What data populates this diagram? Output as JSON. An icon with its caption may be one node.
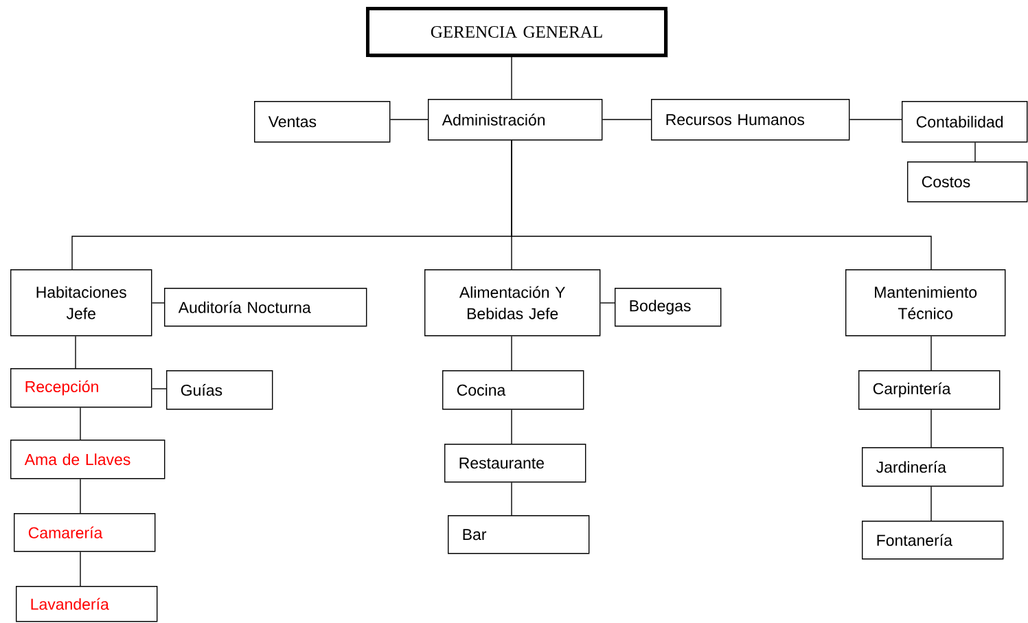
{
  "diagram": {
    "nodes": [
      {
        "text": [
          "GERENCIA GENERAL"
        ]
      },
      {
        "text": [
          "Ventas"
        ]
      },
      {
        "text": [
          "Administración"
        ]
      },
      {
        "text": [
          "Recursos Humanos"
        ]
      },
      {
        "text": [
          "Contabilidad"
        ]
      },
      {
        "text": [
          "Costos"
        ]
      },
      {
        "text": [
          "Habitaciones Jefe"
        ]
      },
      {
        "text": [
          "Auditoría Nocturna"
        ]
      },
      {
        "text": [
          "Alimentación Y Bebidas Jefe"
        ]
      },
      {
        "text": [
          "Bodegas"
        ]
      },
      {
        "text": [
          "Mantenimiento Técnico"
        ]
      },
      {
        "text": [
          "Recepción"
        ]
      },
      {
        "text": [
          "Guías"
        ]
      },
      {
        "text": [
          "Cocina"
        ]
      },
      {
        "text": [
          "Carpintería"
        ]
      },
      {
        "text": [
          "Ama de Llaves"
        ]
      },
      {
        "text": [
          "Restaurante"
        ]
      },
      {
        "text": [
          "Jardinería"
        ]
      },
      {
        "text": [
          "Camarería"
        ]
      },
      {
        "text": [
          "Bar"
        ]
      },
      {
        "text": [
          "Fontanería"
        ]
      },
      {
        "text": [
          "Lavandería"
        ]
      }
    ],
    "edges": [
      {
        "from": 0,
        "to": 2,
        "arrow": "none"
      },
      {
        "from": 2,
        "to": 1,
        "arrow": "none"
      },
      {
        "from": 2,
        "to": 3,
        "arrow": "none"
      },
      {
        "from": 3,
        "to": 4,
        "arrow": "none"
      },
      {
        "from": 4,
        "to": 5,
        "arrow": "none"
      },
      {
        "from": 2,
        "to": 6,
        "arrow": "none"
      },
      {
        "from": 2,
        "to": 8,
        "arrow": "none"
      },
      {
        "from": 2,
        "to": 10,
        "arrow": "none"
      },
      {
        "from": 6,
        "to": 7,
        "arrow": "none"
      },
      {
        "from": 6,
        "to": 11,
        "arrow": "none"
      },
      {
        "from": 11,
        "to": 12,
        "arrow": "none"
      },
      {
        "from": 11,
        "to": 15,
        "arrow": "none"
      },
      {
        "from": 15,
        "to": 18,
        "arrow": "none"
      },
      {
        "from": 18,
        "to": 21,
        "arrow": "none"
      },
      {
        "from": 8,
        "to": 9,
        "arrow": "none"
      },
      {
        "from": 8,
        "to": 13,
        "arrow": "none"
      },
      {
        "from": 13,
        "to": 16,
        "arrow": "none"
      },
      {
        "from": 16,
        "to": 19,
        "arrow": "none"
      },
      {
        "from": 10,
        "to": 14,
        "arrow": "none"
      },
      {
        "from": 14,
        "to": 17,
        "arrow": "none"
      },
      {
        "from": 17,
        "to": 20,
        "arrow": "none"
      }
    ]
  }
}
